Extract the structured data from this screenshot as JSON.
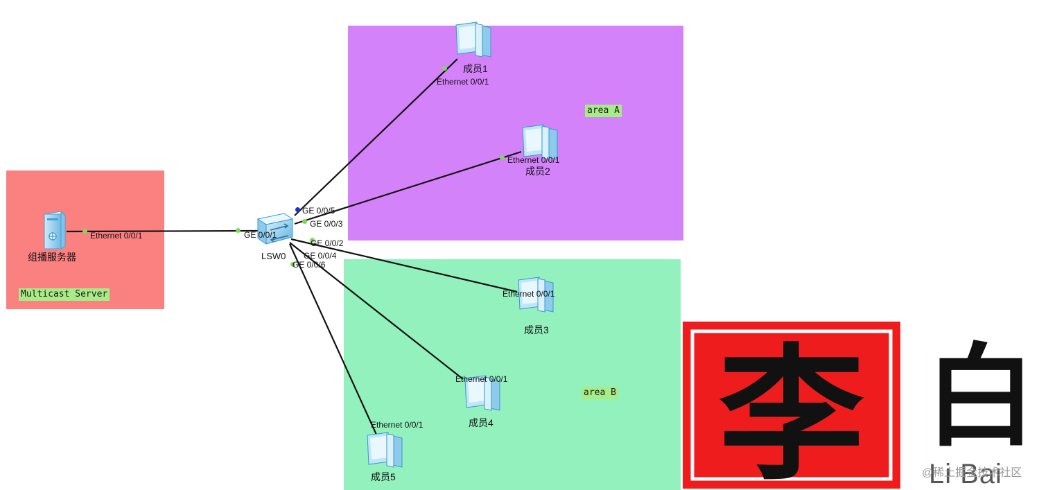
{
  "areas": {
    "server_zone": {
      "label": "Multicast Server",
      "color": "#fb8080"
    },
    "area_a": {
      "label": "area A",
      "color": "#d382f9"
    },
    "area_b": {
      "label": "area B",
      "color": "#93f1be"
    }
  },
  "switch": {
    "name": "LSW0"
  },
  "server": {
    "name": "组播服务器",
    "port": "Ethernet 0/0/1"
  },
  "switch_ports": {
    "p1": "GE 0/0/1",
    "p2": "GE 0/0/2",
    "p3": "GE 0/0/3",
    "p4": "GE 0/0/4",
    "p5": "GE 0/0/5",
    "p6": "GE 0/0/6"
  },
  "members": [
    {
      "name": "成员1",
      "port": "Ethernet 0/0/1"
    },
    {
      "name": "成员2",
      "port": "Ethernet 0/0/1"
    },
    {
      "name": "成员3",
      "port": "Ethernet 0/0/1"
    },
    {
      "name": "成员4",
      "port": "Ethernet 0/0/1"
    },
    {
      "name": "成员5",
      "port": "Ethernet 0/0/1"
    }
  ],
  "brand": {
    "seal_char": "李",
    "side_char": "白",
    "latin": "Li Bai",
    "seal_color": "#ee1c1c"
  },
  "watermark": "@稀土掘金技术社区",
  "colors": {
    "link": "#111111",
    "port_dot": "#7ed957",
    "port_dot_active": "#1f2fd6",
    "tag_bg": "#a8ec88"
  }
}
